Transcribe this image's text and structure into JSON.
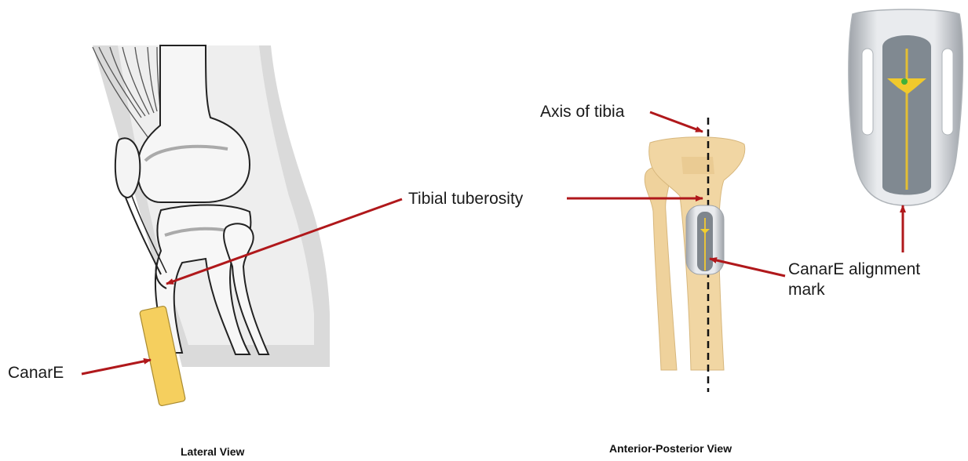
{
  "labels": {
    "axis_of_tibia": "Axis of tibia",
    "tibial_tuberosity": "Tibial tuberosity",
    "canare": "CanarE",
    "alignment_mark_line1": "CanarE alignment",
    "alignment_mark_line2": "mark"
  },
  "captions": {
    "lateral": "Lateral View",
    "anterior_posterior": "Anterior-Posterior View"
  },
  "colors": {
    "arrow": "#b0181b",
    "device_yellow": "#f5cf5e",
    "bone": "#f1d6a3",
    "soft_tissue": "#d9d9d9",
    "device_grey": "#b7bcc2"
  }
}
